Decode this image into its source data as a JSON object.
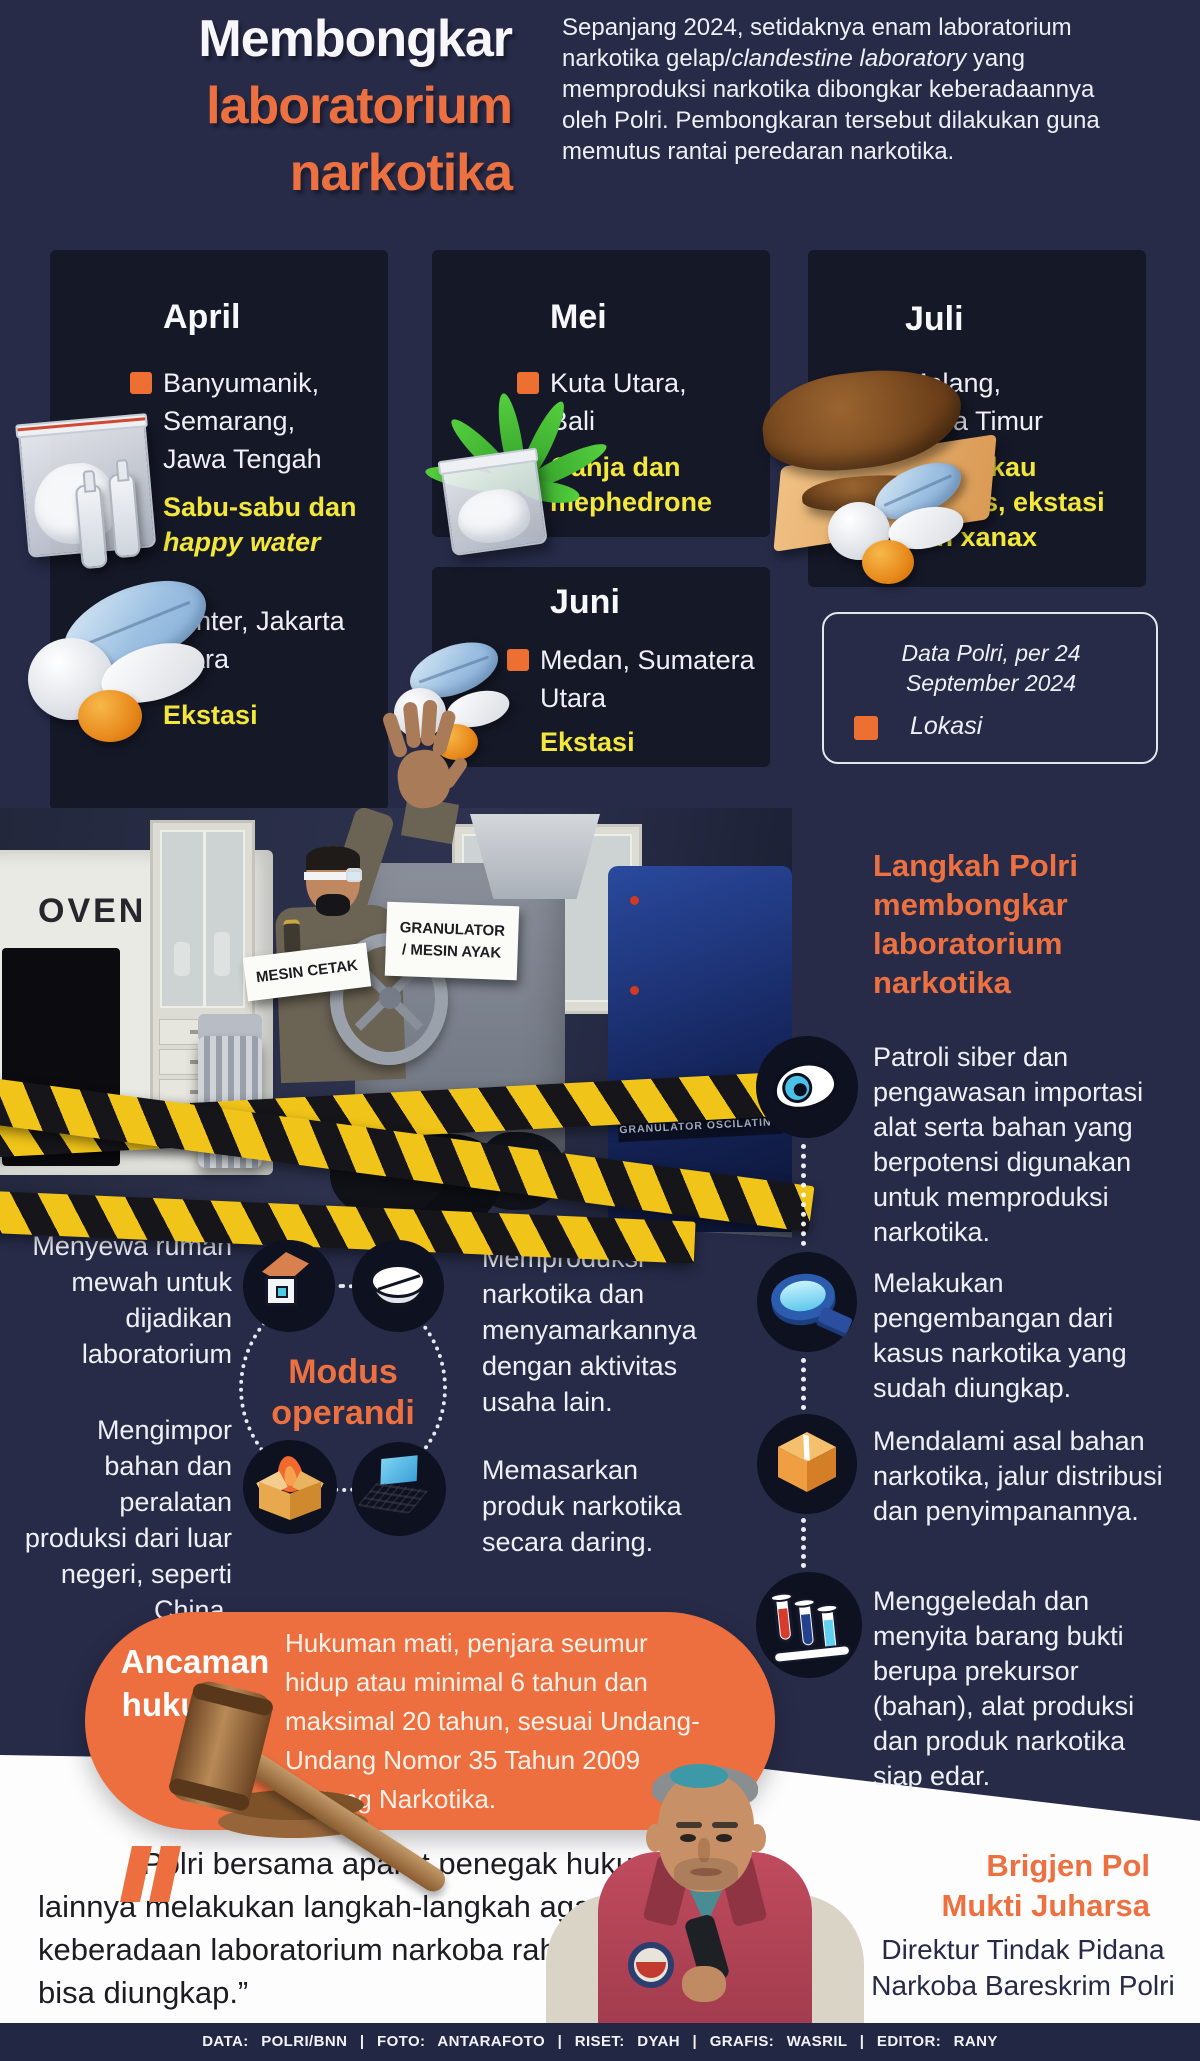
{
  "colors": {
    "background_navy": "#272b48",
    "card_navy": "#151827",
    "accent_orange": "#ed7140",
    "bullet_orange": "#ed7032",
    "highlight_yellow": "#f3e73c",
    "tape_yellow": "#f0c418",
    "punishment_pill": "#ed6e3e",
    "footer_navy": "#222744"
  },
  "header": {
    "title": {
      "line1": "Membongkar",
      "line2": "laboratorium",
      "line3": "narkotika"
    },
    "intro": {
      "pre": "Sepanjang 2024, setidaknya enam laboratorium narkotika gelap/",
      "italic": "clandestine laboratory",
      "post": " yang memproduksi narkotika dibongkar keberadaannya oleh Polri. Pembongkaran tersebut dilakukan guna memutus rantai peredaran narkotika."
    }
  },
  "months": [
    {
      "name": "April",
      "entries": [
        {
          "location": "Banyumanik, Semarang, Jawa Tengah",
          "drugs": "Sabu-sabu dan",
          "drugs_italic": "happy water"
        },
        {
          "location": "Sunter, Jakarta Utara",
          "drugs": "Ekstasi"
        }
      ]
    },
    {
      "name": "Mei",
      "entries": [
        {
          "location": "Kuta Utara, Bali",
          "drugs": "Ganja dan mephedrone"
        }
      ]
    },
    {
      "name": "Juni",
      "entries": [
        {
          "location": "Medan, Sumatera Utara",
          "drugs": "Ekstasi"
        }
      ]
    },
    {
      "name": "Juli",
      "entries": [
        {
          "location": "Malang, Jawa Timur",
          "drugs": "Tembakau sistetis, ekstasi dan xanax"
        }
      ]
    }
  ],
  "legend": {
    "note": "Data Polri, per 24 September 2024",
    "marker_label": "Lokasi"
  },
  "photo": {
    "oven_label": "OVEN",
    "sign1": "MESIN CETAK",
    "sign2_line1": "GRANULATOR",
    "sign2_line2": "/ MESIN AYAK",
    "panel_label": "GRANULATOR OSCILATING"
  },
  "steps": {
    "title": "Langkah Polri membongkar laboratorium narkotika",
    "items": [
      {
        "icon": "eye-icon",
        "text": "Patroli siber dan pengawasan importasi alat serta bahan yang berpotensi digunakan untuk memproduksi narkotika."
      },
      {
        "icon": "magnifier-icon",
        "text": "Melakukan pengembangan dari kasus narkotika yang sudah diungkap."
      },
      {
        "icon": "package-icon",
        "text": "Mendalami asal bahan narkotika, jalur distribusi dan penyimpanannya."
      },
      {
        "icon": "test-tubes-icon",
        "text": "Menggeledah dan menyita barang bukti berupa prekursor (bahan), alat produksi dan produk narkotika siap edar."
      }
    ]
  },
  "modus": {
    "title_line1": "Modus",
    "title_line2": "operandi",
    "left1": "Menyewa rumah mewah untuk dijadikan laboratorium",
    "left2": "Mengimpor bahan dan peralatan produksi dari luar negeri, seperti China.",
    "right1": "Memproduksi narkotika dan menyamarkannya dengan aktivitas usaha lain.",
    "right2": "Memasarkan produk narkotika secara daring."
  },
  "punishment": {
    "heading": "Ancaman hukuman",
    "body": "Hukuman mati, penjara seumur hidup atau minimal 6 tahun dan maksimal 20 tahun, sesuai Undang-Undang Nomor 35 Tahun 2009 tentang Narkotika."
  },
  "quote": {
    "text": "Polri bersama aparat penegak hukum lainnya melakukan langkah-langkah agar keberadaan laboratorium narkoba rahasia ini bisa diungkap.”",
    "person_name_line1": "Brigjen Pol",
    "person_name_line2": "Mukti Juharsa",
    "person_title": "Direktur Tindak Pidana Narkoba Bareskrim Polri"
  },
  "footer": {
    "credits": "DATA: POLRI/BNN | FOTO: ANTARAFOTO | RISET: DYAH | GRAFIS: WASRIL | EDITOR: RANY"
  }
}
